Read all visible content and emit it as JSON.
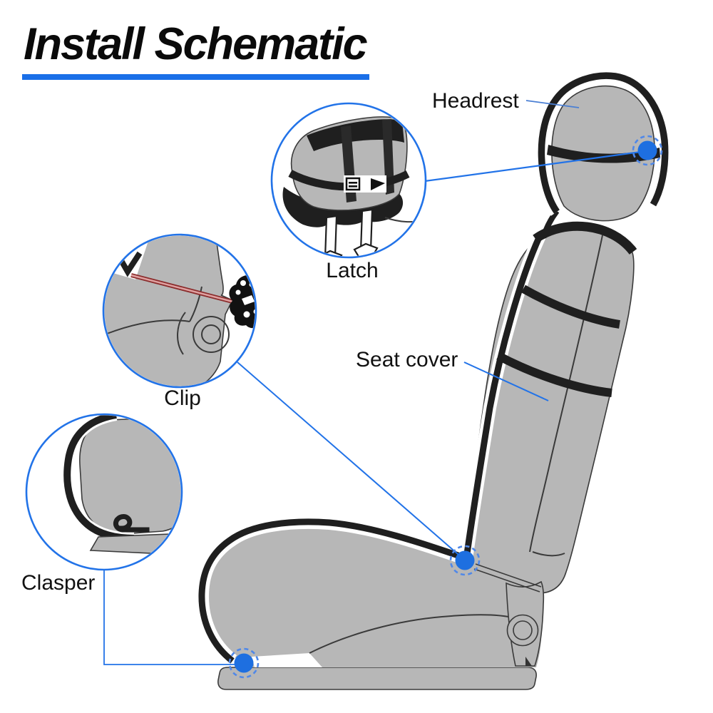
{
  "title": {
    "text": "Install Schematic"
  },
  "labels": {
    "headrest": "Headrest",
    "latch": "Latch",
    "seat_cover": "Seat cover",
    "clip": "Clip",
    "clasper": "Clasper"
  },
  "colors": {
    "accent_blue": "#2273e8",
    "marker_fill": "#1e6fe0",
    "marker_ring": "#5088e8",
    "pointer_blue": "#4a7fd4",
    "seat_gray": "#b7b7b7",
    "dark": "#1f1f1f",
    "outline_thin": "#3a3a3a",
    "cord_red": "#8a2b2b",
    "cord_red_light": "#dfa0a0",
    "title_underline": "#1a6fe8",
    "label_color": "#111111",
    "bg": "#ffffff"
  }
}
